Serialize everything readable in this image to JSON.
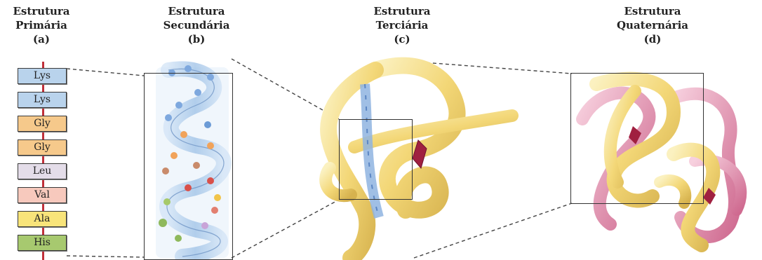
{
  "headings": {
    "primary": {
      "line1": "Estrutura",
      "line2": "Primária",
      "letter": "(a)"
    },
    "secondary": {
      "line1": "Estrutura",
      "line2": "Secundária",
      "letter": "(b)"
    },
    "tertiary": {
      "line1": "Estrutura",
      "line2": "Terciária",
      "letter": "(c)"
    },
    "quaternary": {
      "line1": "Estrutura",
      "line2": "Quaternária",
      "letter": "(d)"
    }
  },
  "residues": [
    {
      "label": "Lys",
      "color": "#b9d3ec"
    },
    {
      "label": "Lys",
      "color": "#b9d3ec"
    },
    {
      "label": "Gly",
      "color": "#f6c98b"
    },
    {
      "label": "Gly",
      "color": "#f6c98b"
    },
    {
      "label": "Leu",
      "color": "#e4dde9"
    },
    {
      "label": "Val",
      "color": "#f7c9bd"
    },
    {
      "label": "Ala",
      "color": "#f8e47a"
    },
    {
      "label": "His",
      "color": "#a7c96f"
    }
  ],
  "colors": {
    "chain": "#c0303a",
    "helix": "#8fb4e0",
    "tertiary_ribbon": "#f3d777",
    "quaternary_pink": "#e08aa8",
    "heme": "#a02040"
  }
}
